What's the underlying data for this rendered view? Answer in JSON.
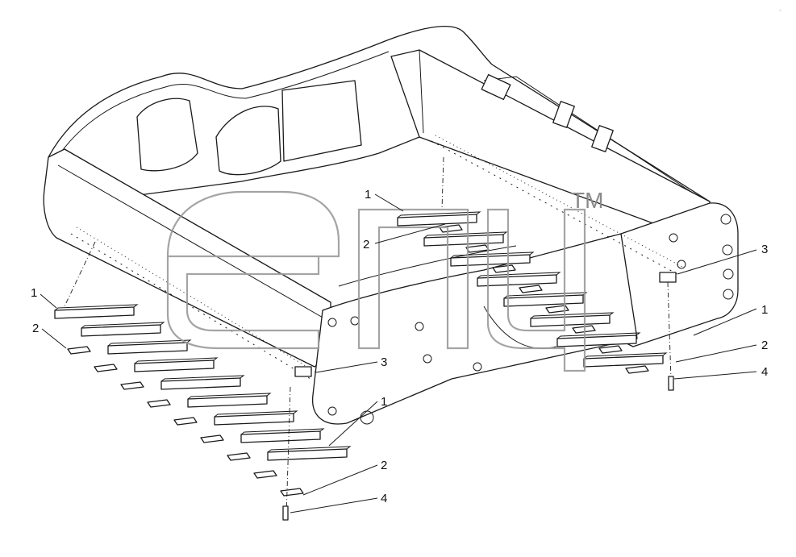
{
  "diagram": {
    "watermark": {
      "trademark": "TM"
    },
    "corner_mark": "∴",
    "callouts": [
      {
        "id": "left-1",
        "label": "1"
      },
      {
        "id": "left-2",
        "label": "2"
      },
      {
        "id": "top-1",
        "label": "1"
      },
      {
        "id": "top-2",
        "label": "2"
      },
      {
        "id": "mid-3",
        "label": "3"
      },
      {
        "id": "bottom-1",
        "label": "1"
      },
      {
        "id": "bottom-2",
        "label": "2"
      },
      {
        "id": "bottom-4",
        "label": "4"
      },
      {
        "id": "right-3",
        "label": "3"
      },
      {
        "id": "right-1",
        "label": "1"
      },
      {
        "id": "right-2",
        "label": "2"
      },
      {
        "id": "right-4",
        "label": "4"
      }
    ],
    "colors": {
      "line": "#1a1a1a",
      "watermark": "#9a9a9a",
      "background": "#ffffff"
    }
  }
}
